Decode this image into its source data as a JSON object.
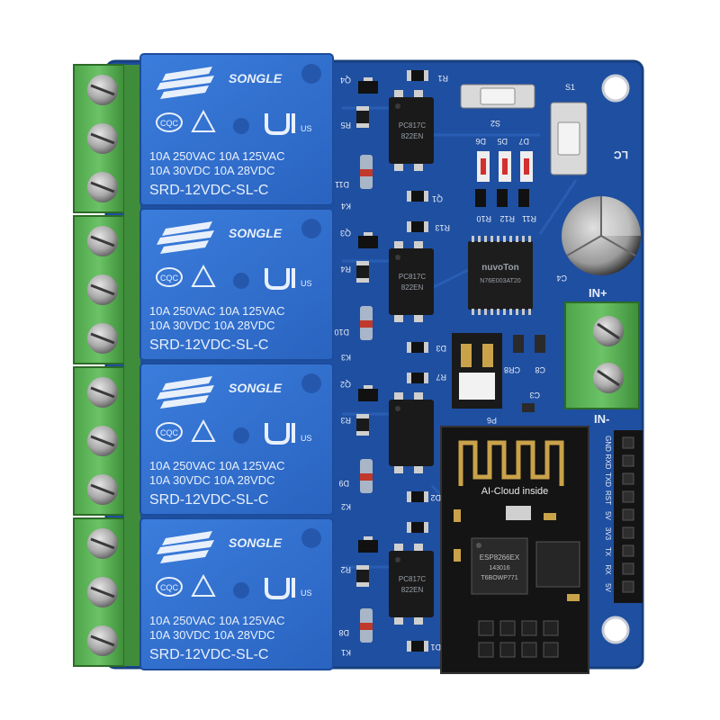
{
  "board": {
    "pcb_color": "#1f4fa0",
    "relay_color": "#2f6fd0",
    "terminal_color": "#5fb05a",
    "relays": [
      {
        "brand": "SONGLE",
        "cert": "CQC",
        "ul": "US",
        "rating_a": "10A 250VAC  10A 125VAC",
        "rating_b": "10A   30VDC  10A   28VDC",
        "model": "SRD-12VDC-SL-C"
      },
      {
        "brand": "SONGLE",
        "cert": "CQC",
        "ul": "US",
        "rating_a": "10A 250VAC  10A 125VAC",
        "rating_b": "10A   30VDC  10A   28VDC",
        "model": "SRD-12VDC-SL-C"
      },
      {
        "brand": "SONGLE",
        "cert": "CQC",
        "ul": "US",
        "rating_a": "10A 250VAC  10A 125VAC",
        "rating_b": "10A   30VDC  10A   28VDC",
        "model": "SRD-12VDC-SL-C"
      },
      {
        "brand": "SONGLE",
        "cert": "CQC",
        "ul": "US",
        "rating_a": "10A 250VAC  10A 125VAC",
        "rating_b": "10A   30VDC  10A   28VDC",
        "model": "SRD-12VDC-SL-C"
      }
    ],
    "optos": [
      {
        "line1": "PC817C",
        "line2": "822EN"
      },
      {
        "line1": "PC817C",
        "line2": "822EN"
      },
      {
        "line1": "",
        "line2": ""
      },
      {
        "line1": "PC817C",
        "line2": "822EN"
      }
    ],
    "mcu": {
      "line1": "nuvoTon",
      "line2": "N76E003AT20"
    },
    "wifi": {
      "antenna_label": "AI-Cloud inside",
      "chip_line1": "ESP8266EX",
      "chip_line2": "143016",
      "chip_line3": "T6BOWP771"
    },
    "power_label": "IN+",
    "header_label": "IN-",
    "header_pins": [
      "GND",
      "RXD",
      "TXD",
      "RST",
      "5V",
      "3V3",
      "TX",
      "RX",
      "5V"
    ],
    "silk": {
      "s1": "S1",
      "s2": "S2",
      "lc": "LC",
      "c4": "C4",
      "d5": "D5",
      "d6": "D6",
      "d7": "D7",
      "r1": "R1",
      "r10": "R10",
      "r11": "R11",
      "r12": "R12",
      "r13": "R13",
      "r2": "R2",
      "r3": "R3",
      "r4": "R4",
      "r5": "R5",
      "r7": "R7",
      "q1": "Q1",
      "q2": "Q2",
      "q3": "Q3",
      "q4": "Q4",
      "d1": "D1",
      "d2": "D2",
      "d3": "D3",
      "d8": "D8",
      "d9": "D9",
      "d10": "D10",
      "d11": "D11",
      "k1": "K1",
      "k2": "K2",
      "k3": "K3",
      "k4": "K4",
      "c3": "C3",
      "c8": "C8",
      "cr8": "CR8",
      "p6": "P6"
    }
  }
}
